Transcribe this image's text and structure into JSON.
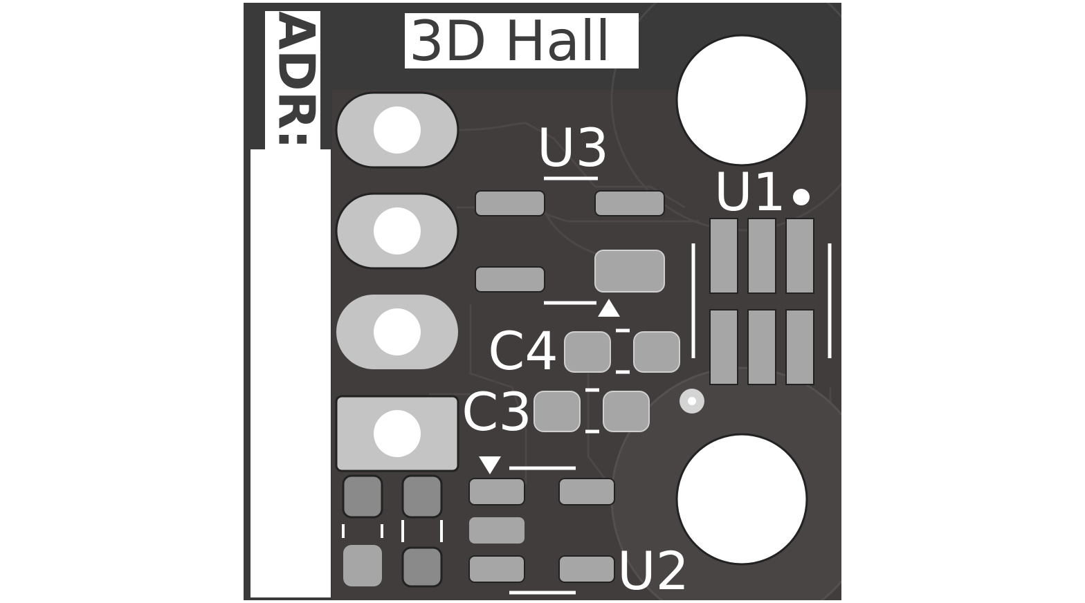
{
  "board": {
    "title_label": "3D Hall",
    "address_label": "ADR:",
    "colors": {
      "background": "#ffffff",
      "board": "#3a3a3a",
      "pad": "#a8a8a8",
      "silkscreen": "#ffffff",
      "trace": "#4a4545",
      "hole": "#ffffff"
    }
  },
  "refdes": {
    "u1": "U1",
    "u2": "U2",
    "u3": "U3",
    "c3": "C3",
    "c4": "C4"
  },
  "icons": {
    "pin1_marker": "triangle-marker-icon",
    "orientation_dot": "dot-marker-icon"
  }
}
